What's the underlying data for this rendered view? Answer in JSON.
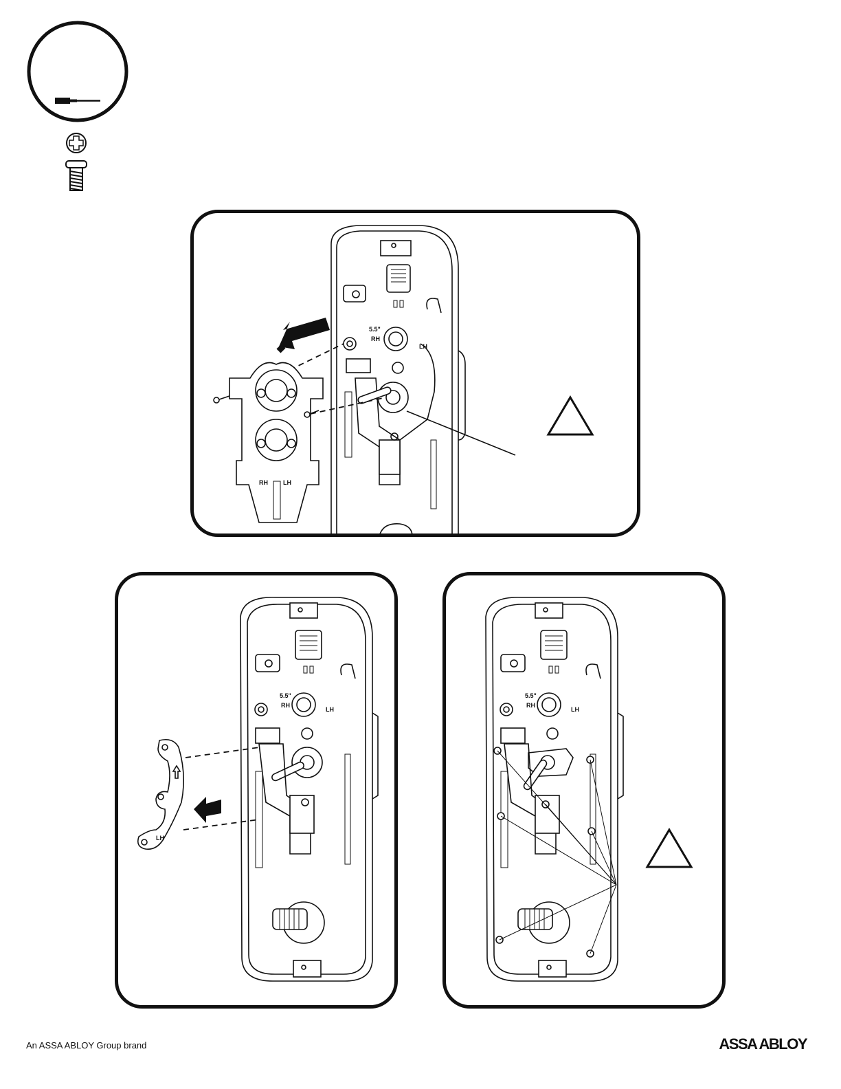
{
  "tools": {
    "tool_circle_icon": "phillips-screwdriver-icon",
    "screw_head_icon": "phillips-screw-head-icon",
    "screw_side_icon": "machine-screw-icon"
  },
  "panels": {
    "top": {
      "mounting_plate": {
        "lh_label": "LH",
        "rh_label": "RH"
      },
      "chassis": {
        "rh_label": "RH",
        "lh_label": "LH",
        "size_label": "5.5\""
      },
      "warning_icon": "warning-triangle-icon"
    },
    "bottom_left": {
      "chassis": {
        "rh_label": "RH",
        "lh_label": "LH",
        "size_label": "5.5\""
      },
      "cam_plate": {
        "lh_label": "LH"
      }
    },
    "bottom_right": {
      "chassis": {
        "rh_label": "RH",
        "lh_label": "LH",
        "size_label": "5.5\""
      },
      "warning_icon": "warning-triangle-icon"
    }
  },
  "footer": {
    "brand_note": "An ASSA ABLOY Group brand",
    "logo_text": "ASSA ABLOY"
  }
}
